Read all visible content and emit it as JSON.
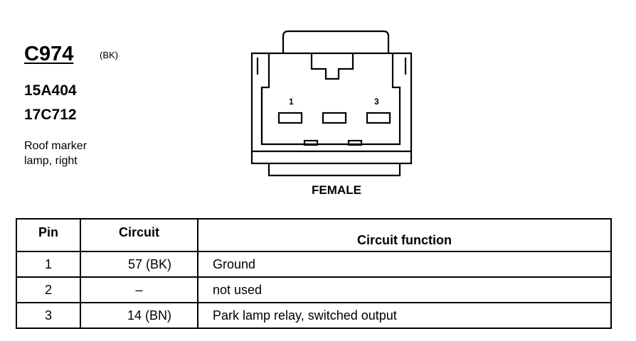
{
  "connector": {
    "id": "C974",
    "color": "(BK)",
    "part_numbers": [
      "15A404",
      "17C712"
    ],
    "description_lines": [
      "Roof marker",
      "lamp, right"
    ],
    "view": "FEMALE",
    "pin_labels": [
      "1",
      "3"
    ]
  },
  "pin_table": {
    "headers": {
      "pin": "Pin",
      "circuit": "Circuit",
      "function": "Circuit function"
    },
    "rows": [
      {
        "pin": "1",
        "circuit": "57 (BK)",
        "function": "Ground"
      },
      {
        "pin": "2",
        "circuit": "–",
        "function": "not used"
      },
      {
        "pin": "3",
        "circuit": "14 (BN)",
        "function": "Park lamp relay, switched output"
      }
    ]
  }
}
